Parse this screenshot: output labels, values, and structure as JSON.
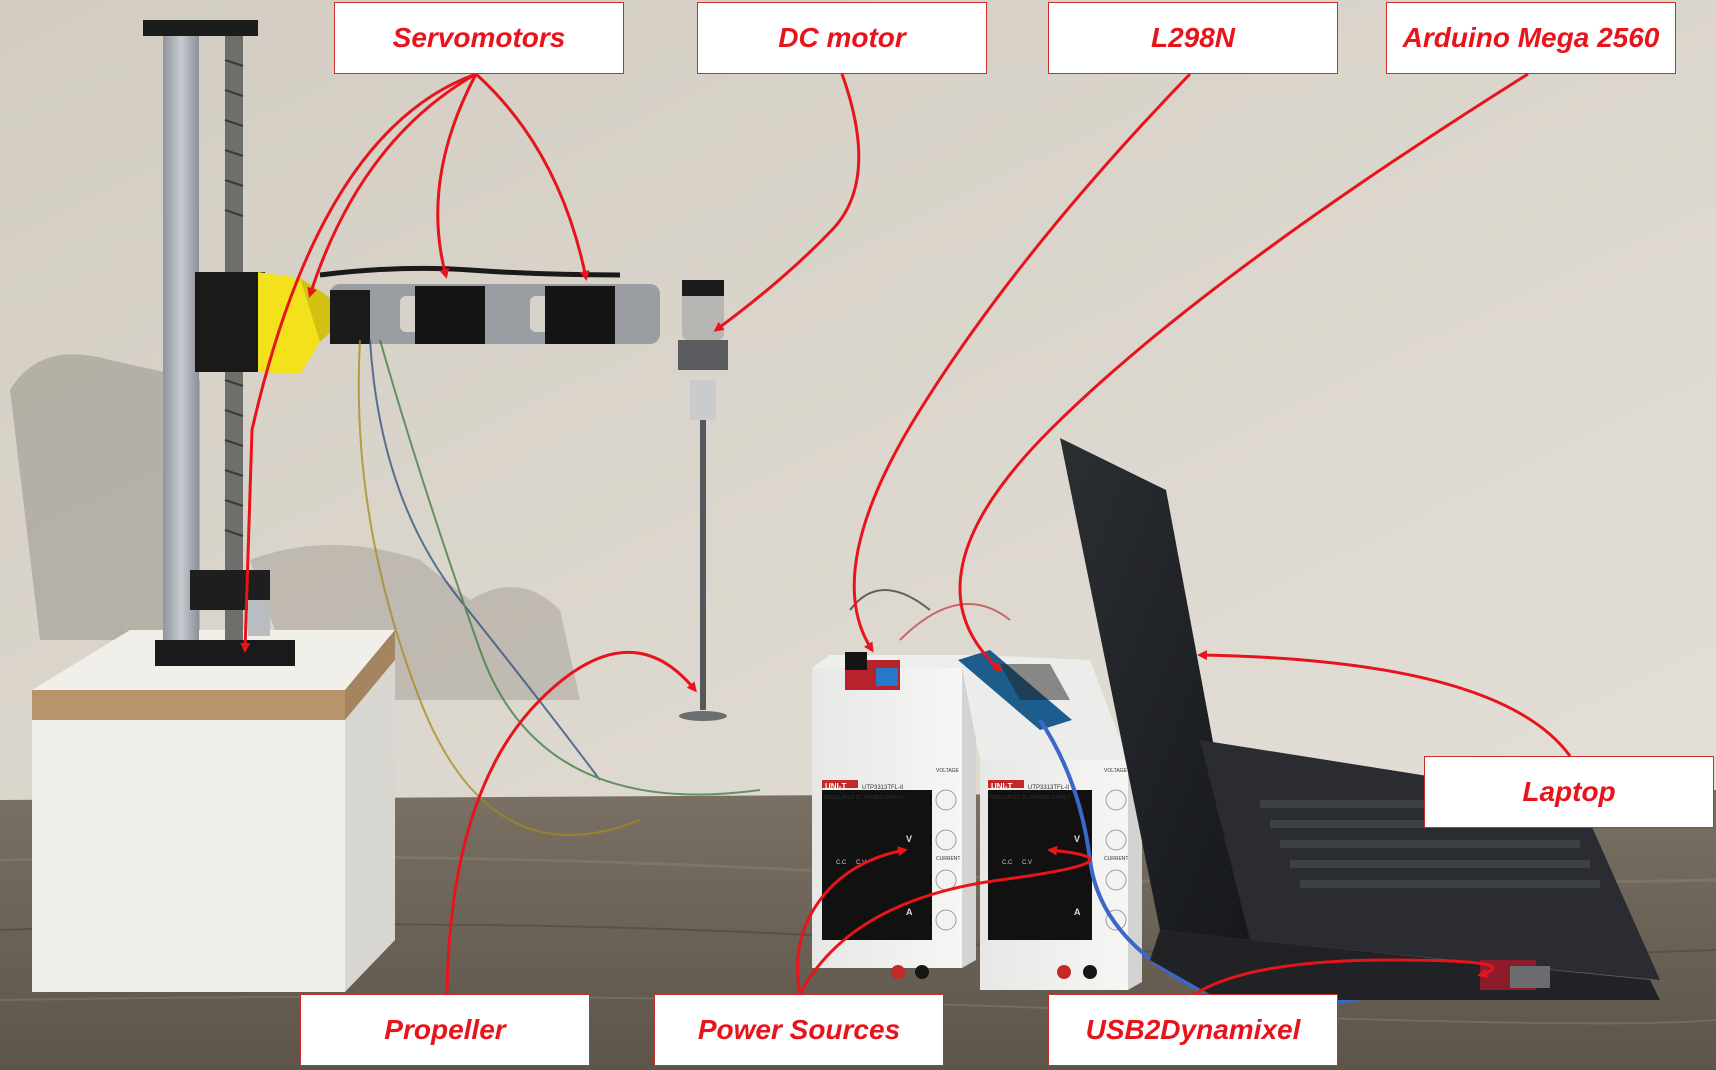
{
  "labels": {
    "servomotors": "Servomotors",
    "dc_motor": "DC motor",
    "l298n": "L298N",
    "arduino": "Arduino Mega 2560",
    "laptop": "Laptop",
    "propeller": "Propeller",
    "power_sources": "Power Sources",
    "usb2dynamixel": "USB2Dynamixel"
  },
  "power_supply": {
    "brand": "UNI-T",
    "model": "UTP3313TFL-II",
    "subtitle": "REGULATED DC POWER SUPPLY",
    "voltage_label": "VOLTAGE",
    "current_label": "CURRENT",
    "v_unit": "V",
    "a_unit": "A",
    "cc": "C.C",
    "cv": "C.V"
  },
  "colors": {
    "annotation_red": "#e8141b",
    "wall": "#d9d4cb",
    "robot_yellow": "#f2e11b",
    "arm_gray": "#9a9ea3",
    "table_wood": "#6e6558"
  }
}
